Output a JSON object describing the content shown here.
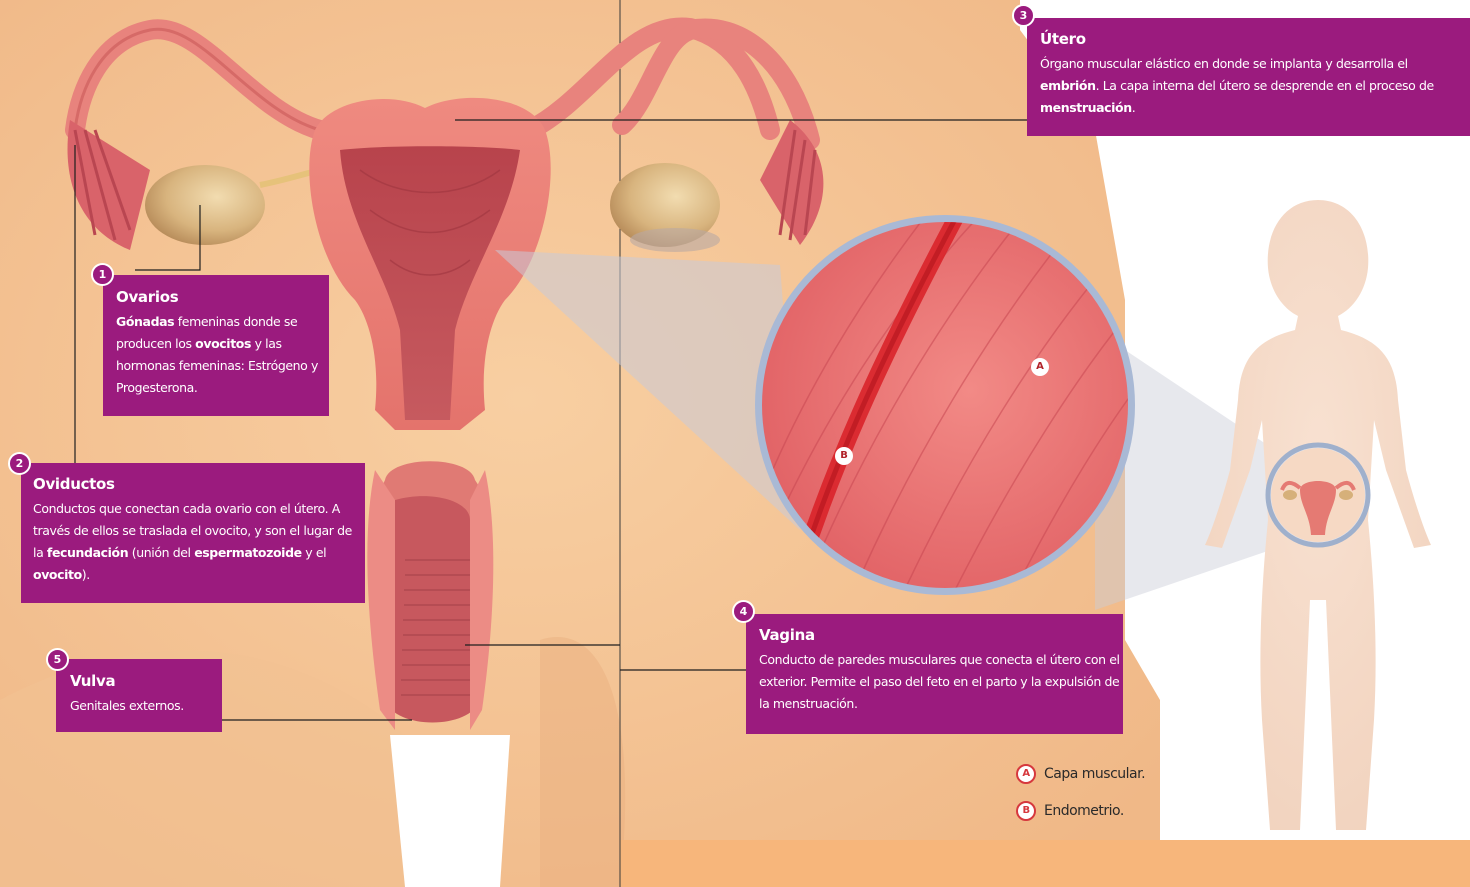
{
  "callouts": {
    "ovarios": {
      "number": "1",
      "title": "Ovarios",
      "body": "<b>Gónadas</b> femeninas donde se producen los <b>ovocitos</b> y las hormonas femeninas: Estrógeno y Progesterona."
    },
    "oviductos": {
      "number": "2",
      "title": "Oviductos",
      "body": "Conductos que conectan cada ovario con el útero. A través de ellos se traslada el ovocito, y son el lugar de la <b>fecundación</b> (unión del <b>espermatozoide</b> y el <b>ovocito</b>)."
    },
    "utero": {
      "number": "3",
      "title": "Útero",
      "body": "Órgano muscular elástico en donde se implanta y desarrolla el <b>embrión</b>. La capa interna del útero se desprende en el proceso de <b>menstruación</b>."
    },
    "vagina": {
      "number": "4",
      "title": "Vagina",
      "body": "Conducto de paredes musculares que conecta el útero con el exterior. Permite el paso del feto en el parto y la expulsión de la menstruación."
    },
    "vulva": {
      "number": "5",
      "title": "Vulva",
      "body": "Genitales externos."
    }
  },
  "legend": [
    {
      "badge": "A",
      "label": "Capa muscular."
    },
    {
      "badge": "B",
      "label": "Endometrio."
    }
  ],
  "markers": {
    "a": "A",
    "b": "B"
  },
  "colors": {
    "callout_bg": "#9b1b7e",
    "skin": "#f4bf8f",
    "orange_band": "#f7b67b",
    "uterus": "#e57a73",
    "muscle": "#e35b5e",
    "endometrium_stripe": "#d9242a"
  }
}
